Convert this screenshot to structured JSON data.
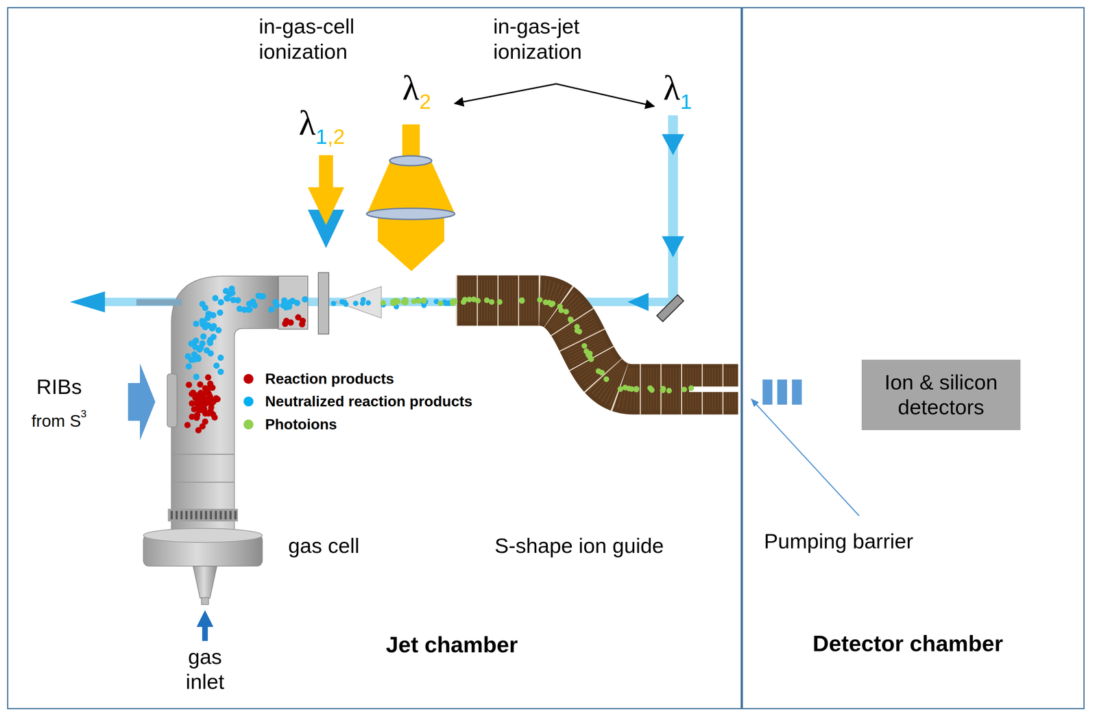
{
  "diagram": {
    "nodes": [
      {
        "text": [
          "Jet chamber"
        ]
      },
      {
        "text": [
          "Detector chamber"
        ]
      },
      {
        "text": [
          "Ion & silicon detectors"
        ],
        "in": 1
      }
    ],
    "labels": [
      "in-gas-cell ionization",
      "in-gas-jet ionization",
      "λ",
      "2",
      "λ",
      "1",
      "λ",
      "1",
      ",",
      "2",
      "RIBs",
      "from S",
      "3",
      "gas cell",
      "S-shape ion guide",
      "Pumping barrier",
      "gas inlet"
    ],
    "legend": [
      {
        "text": "Reaction products",
        "color": "#c00000"
      },
      {
        "text": "Neutralized reaction products",
        "color": "#00b0f0"
      },
      {
        "text": "Photoions",
        "color": "#92d050"
      }
    ]
  }
}
